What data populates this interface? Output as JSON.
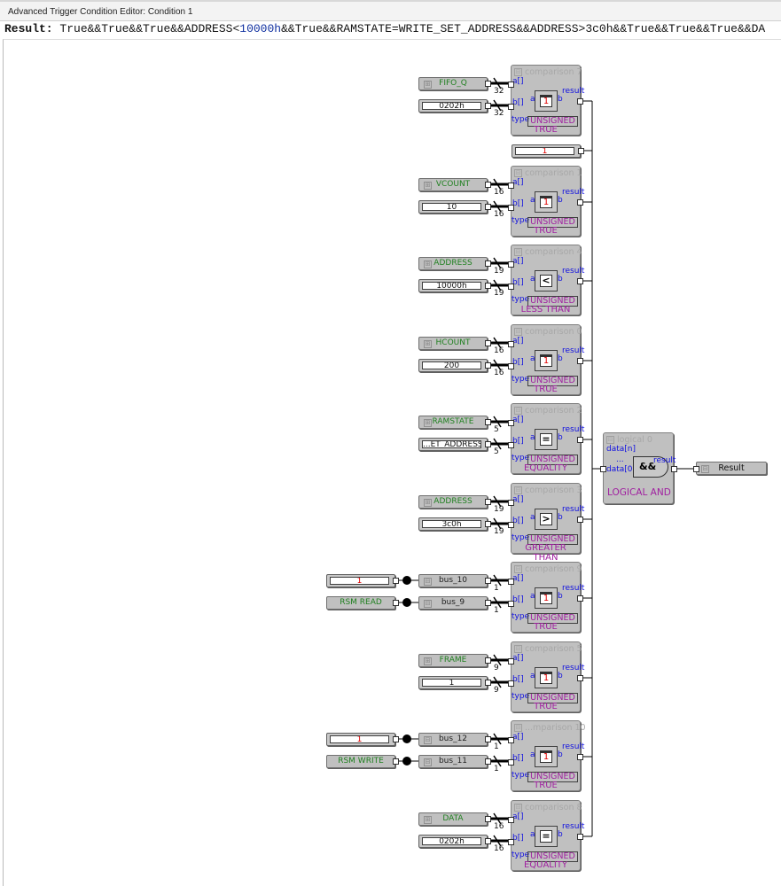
{
  "window": {
    "title": "Advanced Trigger Condition Editor: Condition 1"
  },
  "result_expression": {
    "prefix": "Result: ",
    "before_highlight": "True&&True&&True&&ADDRESS<",
    "highlight": "10000h",
    "after_highlight": "&&True&&RAMSTATE=WRITE_SET_ADDRESS&&ADDRESS>3c0h&&True&&True&&True&&DA"
  },
  "labels": {
    "a_port": "a[]",
    "b_port": "b[]",
    "type_port": "type",
    "result_port": "result",
    "op_a": "a",
    "op_b": "b",
    "collapse_icon": "⊟",
    "expand_icon": "⊞"
  },
  "comparisons": [
    {
      "title": "comparison 7",
      "op": "1",
      "op_kind": "true",
      "type": "UNSIGNED",
      "result": "TRUE",
      "a": {
        "kind": "signal",
        "label": "FIFO_Q"
      },
      "b": {
        "kind": "const",
        "label": "0202h"
      },
      "a_width": "32",
      "b_width": "32"
    },
    {
      "title": "comparison 1",
      "op": "1",
      "op_kind": "true",
      "type": "UNSIGNED",
      "result": "TRUE",
      "a": {
        "kind": "signal",
        "label": "VCOUNT"
      },
      "b": {
        "kind": "const",
        "label": "10"
      },
      "a_width": "16",
      "b_width": "16"
    },
    {
      "title": "comparison 4",
      "op": "<",
      "op_kind": "less",
      "type": "UNSIGNED",
      "result": "LESS THAN",
      "a": {
        "kind": "signal",
        "label": "ADDRESS"
      },
      "b": {
        "kind": "const",
        "label": "10000h"
      },
      "a_width": "19",
      "b_width": "19"
    },
    {
      "title": "comparison 0",
      "op": "1",
      "op_kind": "true",
      "type": "UNSIGNED",
      "result": "TRUE",
      "a": {
        "kind": "signal",
        "label": "HCOUNT"
      },
      "b": {
        "kind": "const",
        "label": "200"
      },
      "a_width": "16",
      "b_width": "16"
    },
    {
      "title": "comparison 2",
      "op": "=",
      "op_kind": "equal",
      "type": "UNSIGNED",
      "result": "EQUALITY",
      "a": {
        "kind": "signal",
        "label": "RAMSTATE"
      },
      "b": {
        "kind": "const",
        "label": "...ET_ADDRESS"
      },
      "a_width": "5",
      "b_width": "5"
    },
    {
      "title": "comparison 3",
      "op": ">",
      "op_kind": "greater",
      "type": "UNSIGNED",
      "result": "GREATER THAN",
      "a": {
        "kind": "signal",
        "label": "ADDRESS"
      },
      "b": {
        "kind": "const",
        "label": "3c0h"
      },
      "a_width": "19",
      "b_width": "19"
    },
    {
      "title": "comparison 9",
      "op": "1",
      "op_kind": "true",
      "type": "UNSIGNED",
      "result": "TRUE",
      "a": {
        "kind": "bus",
        "label": "bus_10",
        "source": {
          "kind": "const_one",
          "label": "1"
        }
      },
      "b": {
        "kind": "bus",
        "label": "bus_9",
        "source": {
          "kind": "signal_plain",
          "label": "RSM READ"
        }
      },
      "a_width": "1",
      "b_width": "1"
    },
    {
      "title": "comparison 5",
      "op": "1",
      "op_kind": "true",
      "type": "UNSIGNED",
      "result": "TRUE",
      "a": {
        "kind": "signal",
        "label": "FRAME"
      },
      "b": {
        "kind": "const",
        "label": "1"
      },
      "a_width": "9",
      "b_width": "9"
    },
    {
      "title": "...mparison 10",
      "op": "1",
      "op_kind": "true",
      "type": "UNSIGNED",
      "result": "TRUE",
      "a": {
        "kind": "bus",
        "label": "bus_12",
        "source": {
          "kind": "const_one",
          "label": "1"
        }
      },
      "b": {
        "kind": "bus",
        "label": "bus_11",
        "source": {
          "kind": "signal_plain",
          "label": "RSM WRITE"
        }
      },
      "a_width": "1",
      "b_width": "1"
    },
    {
      "title": "comparison 8",
      "op": "=",
      "op_kind": "equal",
      "type": "UNSIGNED",
      "result": "EQUALITY",
      "a": {
        "kind": "signal",
        "label": "DATA"
      },
      "b": {
        "kind": "const",
        "label": "0202h"
      },
      "a_width": "16",
      "b_width": "16"
    }
  ],
  "true_constant": {
    "label": "1"
  },
  "logical": {
    "title": "logical 0",
    "data_n": "data[n]",
    "data_0": "data[0]",
    "dots": "...",
    "op": "&&",
    "result_port": "result",
    "name": "LOGICAL AND"
  },
  "output": {
    "label": "Result"
  },
  "colors": {
    "block": "#c0c0c0",
    "port_label": "#1010e0",
    "result_text": "#a020a0",
    "signal_text": "#208020",
    "wire_blue": "#1e90ff",
    "wire_purple": "#a020f0"
  }
}
